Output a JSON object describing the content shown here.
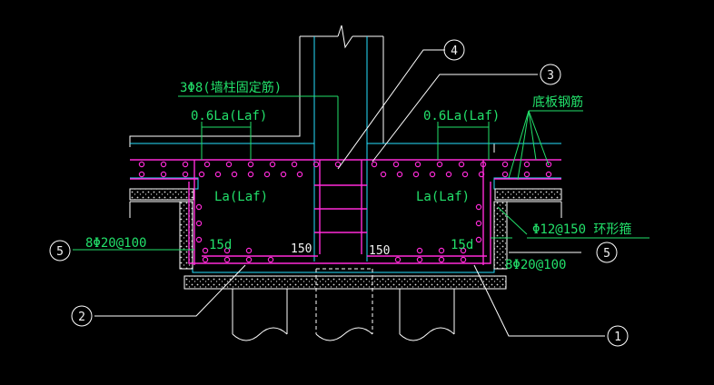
{
  "colors": {
    "background": "#000000",
    "structure": "#ffffff",
    "concrete_outline": "#26e0ff",
    "rebar": "#ff2bd8",
    "annotation": "#22e06a"
  },
  "labels": {
    "wall_column_bars": "3Φ8(墙柱固定筋)",
    "anchor_left": "0.6La(Laf)",
    "anchor_right": "0.6La(Laf)",
    "slab_bars": "底板钢筋",
    "la_left": "La(Laf)",
    "la_right": "La(Laf)",
    "ring_stirrup": "Φ12@150 环形箍",
    "bottom_bars_left": "8Φ20@100",
    "bottom_bars_right": "8Φ20@100",
    "hook_left": "15d",
    "hook_right": "15d",
    "dim_left": "150",
    "dim_right": "150"
  },
  "callouts": [
    "1",
    "2",
    "3",
    "4",
    "5",
    "5"
  ]
}
